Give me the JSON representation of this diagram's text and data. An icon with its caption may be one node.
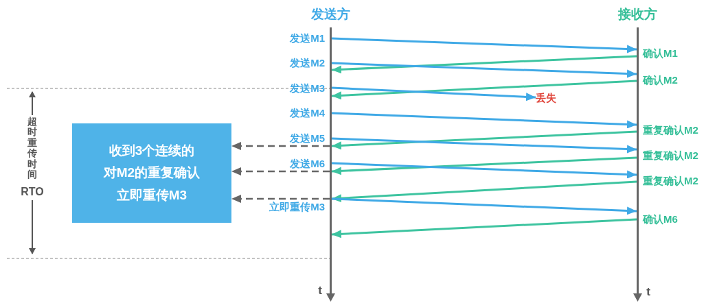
{
  "diagram": {
    "nodes": [
      {
        "text": [],
        "shape": "bar",
        "beside": [
          "发送方"
        ]
      },
      {
        "text": [],
        "shape": "bar",
        "beside": [
          "接收方"
        ]
      },
      {
        "text": [
          "丢失"
        ]
      },
      {
        "text": [
          "收到3个连续的",
          "对M2的重复确认",
          "立即重传M3"
        ]
      }
    ],
    "edges": [
      {
        "from": 0,
        "to": 1,
        "arrow": "to"
      },
      {
        "from": 1,
        "to": 0,
        "arrow": "to",
        "color": "#3ec4a0"
      },
      {
        "from": 0,
        "to": 1,
        "arrow": "to"
      },
      {
        "from": 1,
        "to": 0,
        "arrow": "to",
        "color": "#3ec4a0"
      },
      {
        "from": 0,
        "to": 2,
        "arrow": "to"
      },
      {
        "from": 0,
        "to": 1,
        "arrow": "to"
      },
      {
        "from": 1,
        "to": 0,
        "arrow": "to",
        "color": "#3ec4a0"
      },
      {
        "from": 0,
        "to": 1,
        "arrow": "to"
      },
      {
        "from": 0,
        "to": 3,
        "arrow": "to",
        "style": "dashed",
        "color": "#666666"
      },
      {
        "from": 1,
        "to": 0,
        "arrow": "to",
        "color": "#3ec4a0"
      },
      {
        "from": 0,
        "to": 1,
        "arrow": "to"
      },
      {
        "from": 0,
        "to": 3,
        "arrow": "to",
        "style": "dashed",
        "color": "#666666"
      },
      {
        "from": 1,
        "to": 0,
        "arrow": "to",
        "color": "#3ec4a0"
      },
      {
        "from": 0,
        "to": 3,
        "arrow": "to",
        "style": "dashed",
        "color": "#666666"
      },
      {
        "from": 0,
        "to": 1,
        "arrow": "to"
      },
      {
        "from": 1,
        "to": 0,
        "arrow": "to",
        "color": "#3ec4a0"
      }
    ],
    "labels": [
      "发送M1",
      "确认M1",
      "发送M2",
      "确认M2",
      "发送M3",
      "发送M4",
      "重复确认M2",
      "发送M5",
      "重复确认M2",
      "发送M6",
      "重复确认M2",
      "立即重传M3",
      "确认M6",
      "超时重传时间",
      "RTO",
      "t",
      "t"
    ]
  }
}
